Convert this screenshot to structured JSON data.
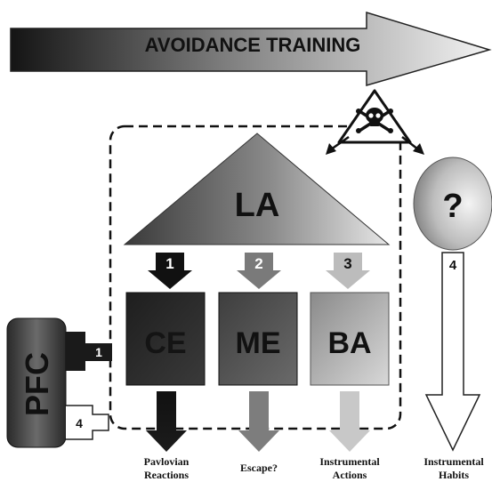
{
  "banner": {
    "text": "AVOIDANCE TRAINING"
  },
  "nuclei": {
    "la": "LA",
    "ce": "CE",
    "me": "ME",
    "ba": "BA",
    "unknown": "?",
    "pfc": "PFC"
  },
  "pathway_numbers": {
    "one": "1",
    "two": "2",
    "three": "3",
    "four": "4",
    "pfc_one": "1",
    "pfc_four": "4"
  },
  "outputs": {
    "ce_line1": "Pavlovian",
    "ce_line2": "Reactions",
    "me_line1": "Escape?",
    "ba_line1": "Instrumental",
    "ba_line2": "Actions",
    "habits_line1": "Instrumental",
    "habits_line2": "Habits"
  },
  "icons": {
    "warning": "skull-crossbones-warning-icon"
  },
  "colors": {
    "ce": "#2a2a2a",
    "me": "#4d4d4d",
    "ba": "#9a9a9a",
    "arrow1": "#111111",
    "arrow2": "#7a7a7a",
    "arrow3": "#b8b8b8"
  }
}
